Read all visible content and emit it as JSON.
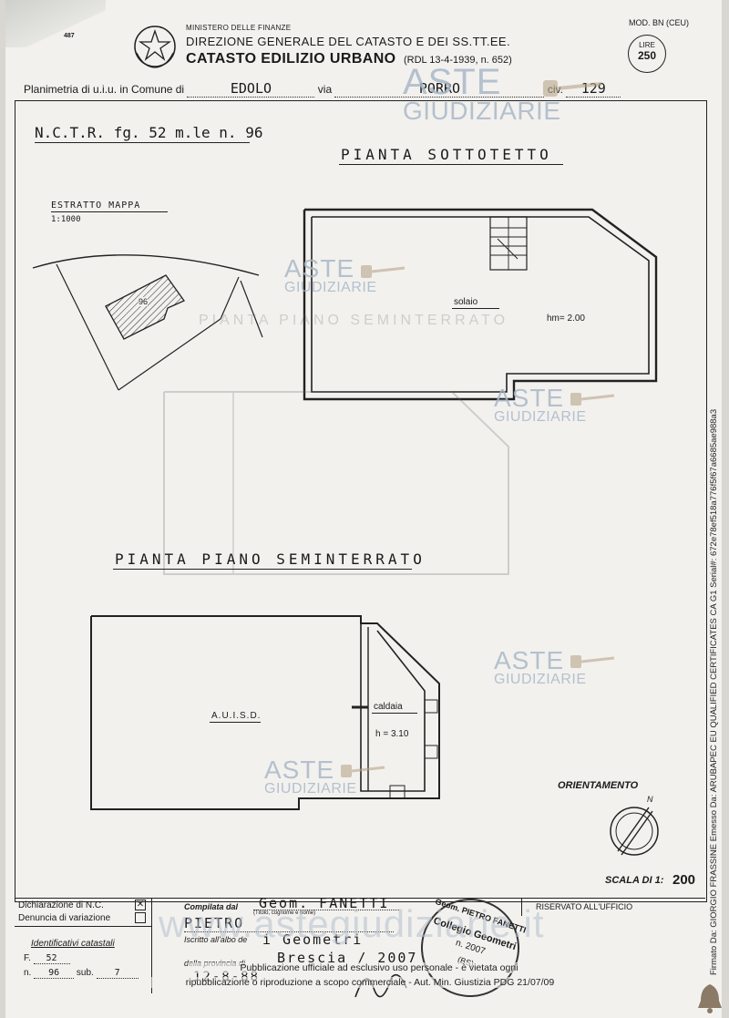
{
  "header": {
    "code_tag": "487",
    "ministry": "MINISTERO DELLE FINANZE",
    "direzione": "DIREZIONE GENERALE DEL CATASTO E DEI SS.TT.EE.",
    "catasto": "CATASTO EDILIZIO URBANO",
    "rdl": "(RDL 13-4-1939, n. 652)",
    "mod": "MOD. BN (CEU)",
    "lire_label": "LIRE",
    "lire_value": "250",
    "planimetria_label": "Planimetria di u.i.u. in Comune di",
    "comune": "EDOLO",
    "via_label": "via",
    "via": "PORRO",
    "civ_label": "civ.",
    "civ": "129"
  },
  "plan": {
    "nctr": "N.C.T.R. fg. 52 m.le n. 96",
    "sottotetto_title": "PIANTA SOTTOTETTO",
    "estratto_title": "ESTRATTO MAPPA",
    "estratto_scale": "1:1000",
    "map_parcel": "96",
    "solaio_label": "solaio",
    "solaio_height": "hm= 2.00",
    "seminterrato_title": "PIANTA PIANO SEMINTERRATO",
    "auisd_label": "A.U.I.S.D.",
    "caldaia_label": "caldaia",
    "caldaia_height": "h = 3.10",
    "orientamento": "ORIENTAMENTO",
    "north": "N",
    "scala_label": "SCALA DI 1:",
    "scala_value": "200"
  },
  "watermarks": {
    "aste": "ASTE",
    "giudiziarie": "GIUDIZIARIE",
    "site": "www.astegiudiziarie.it"
  },
  "footer": {
    "dichiarazione": "Dichiarazione di N.C.",
    "denuncia": "Denuncia di variazione",
    "identificativi": "Identificativi catastali",
    "f_label": "F.",
    "f_value": "52",
    "n_label": "n.",
    "n_value": "96",
    "sub_label": "sub.",
    "sub_value": "7",
    "compilata_label": "Compilata dal",
    "compilata_value": "Geom. FANETTI",
    "titolo_hint": "(Titolo, cognome e nome)",
    "nome_value": "PIETRO",
    "iscritto_label": "Iscritto all'albo de",
    "albo_value": "i Geometri",
    "provincia_label": "della provincia di",
    "provincia_value": "Brescia / 2007",
    "date_value": "12-8-88",
    "riservato": "RISERVATO ALL'UFFICIO",
    "stamp_top": "Geom. PIETRO FANETTI",
    "stamp_mid": "Collegio Geometri",
    "stamp_num": "n. 2007",
    "stamp_bottom": "(BS)",
    "disclaimer_1": "Pubblicazione ufficiale ad esclusivo uso personale - è vietata ogni",
    "disclaimer_2": "ripubblicazione o riproduzione a scopo commerciale - Aut. Min. Giustizia PDG 21/07/09"
  },
  "side_text": "Firmato Da: GIORGIO FRASSINE Emesso Da: ARUBAPEC EU QUALIFIED CERTIFICATES CA G1 Serial#: 672e78ef518a776f5f67a6685ae988a3",
  "colors": {
    "ink": "#1a1a1a",
    "paper": "#f2f1ee",
    "watermark": "#aab8c8"
  }
}
